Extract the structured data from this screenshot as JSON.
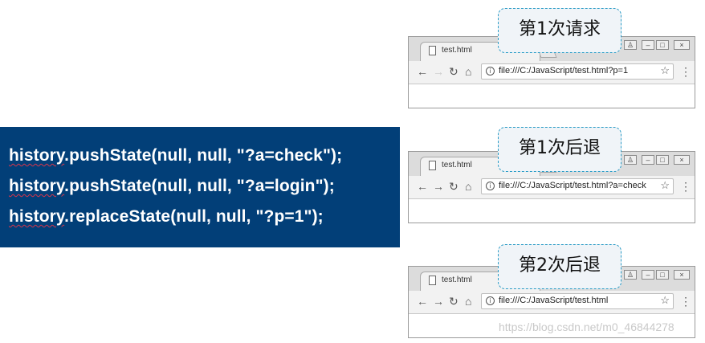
{
  "code": {
    "lines": [
      {
        "object": "history",
        "rest": ".pushState(null, null, \"?a=check\");"
      },
      {
        "object": "history",
        "rest": ".pushState(null, null, \"?a=login\");"
      },
      {
        "object": "history",
        "rest": ".replaceState(null, null, \"?p=1\");"
      }
    ]
  },
  "browsers": [
    {
      "callout": "第1次请求",
      "tab_title": "test.html",
      "url": "file:///C:/JavaScript/test.html?p=1",
      "back_enabled": true,
      "forward_enabled": false
    },
    {
      "callout": "第1次后退",
      "tab_title": "test.html",
      "url": "file:///C:/JavaScript/test.html?a=check",
      "back_enabled": true,
      "forward_enabled": true
    },
    {
      "callout": "第2次后退",
      "tab_title": "test.html",
      "url": "file:///C:/JavaScript/test.html",
      "back_enabled": true,
      "forward_enabled": true
    }
  ],
  "icons": {
    "back": "←",
    "forward": "→",
    "reload": "↻",
    "home": "⌂",
    "info": "i",
    "star": "☆",
    "menu": "⋮",
    "minimize": "–",
    "maximize": "□",
    "close": "×",
    "profile": "♙"
  },
  "watermark": "https://blog.csdn.net/m0_46844278",
  "colors": {
    "code_bg": "#023f78",
    "callout_border": "#2b9cc6",
    "callout_bg": "#f0f4f8"
  }
}
